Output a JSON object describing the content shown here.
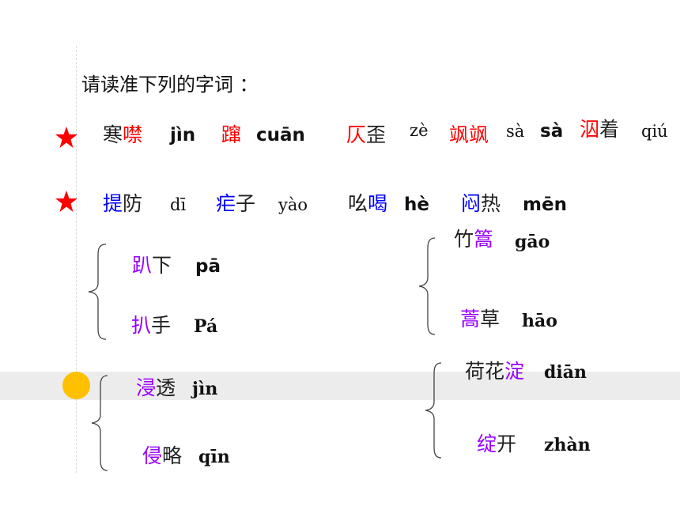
{
  "title": "请读准下列的字词 ：",
  "colors": {
    "red": "#ff0000",
    "blue": "#0000ff",
    "purple": "#9900ff",
    "star": "#ff0000",
    "dot": "#ffc000"
  },
  "row1": {
    "w1a": "寒",
    "w1b": "噤",
    "p1": "jìn",
    "w2": "蹿",
    "p2": "cuān",
    "w3a": "仄",
    "w3b": "歪",
    "p3": "zè",
    "w4": "飒飒",
    "p4a": "sà",
    "p4b": "sà",
    "w5a": "泅",
    "w5b": "着",
    "p5": "qiú"
  },
  "row2": {
    "w1a": "提",
    "w1b": "防",
    "p1": "dī",
    "w2a": "疟",
    "w2b": "子",
    "p2": "yào",
    "w3a": "吆",
    "w3b": "喝",
    "p3": "hè",
    "w4a": "闷",
    "w4b": "热",
    "p4": "mēn"
  },
  "group1": {
    "a_char": "趴",
    "a_rest": "下",
    "a_py": "pā",
    "b_char": "扒",
    "b_rest": "手",
    "b_py": "Pá"
  },
  "group2": {
    "a_rest": "竹",
    "a_char": "篙",
    "a_py": "gāo",
    "b_char": "蒿",
    "b_rest": "草",
    "b_py": "hāo"
  },
  "group3": {
    "a_char": "浸",
    "a_rest": "透",
    "a_py": "jìn",
    "b_char": "侵",
    "b_rest": "略",
    "b_py": "qīn"
  },
  "group4": {
    "a_rest": "荷花",
    "a_char": "淀",
    "a_py": "diān",
    "b_char": "绽",
    "b_rest": "开",
    "b_py": "zhàn"
  }
}
